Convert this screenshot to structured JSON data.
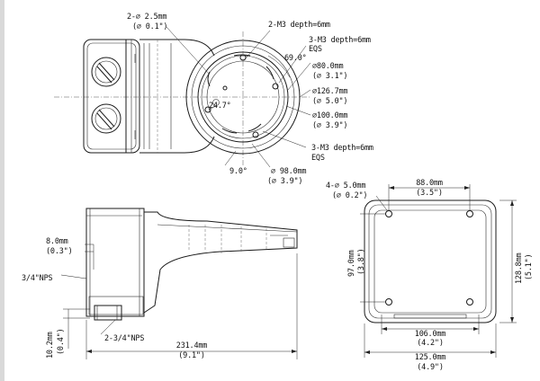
{
  "top_view": {
    "hole_dia": "2-∅ 2.5mm",
    "hole_dia_in": "(∅ 0.1\")",
    "m3_top": "2-M3 depth=6mm",
    "m3_eqs_top": "3-M3 depth=6mm",
    "eqs_1": "EQS",
    "angle_69": "69.0°",
    "d80": "∅80.0mm",
    "d80_in": "(∅ 3.1\")",
    "d126": "∅126.7mm",
    "d126_in": "(∅ 5.0\")",
    "d100": "∅100.0mm",
    "d100_in": "(∅ 3.9\")",
    "angle_24": "24.7°",
    "m3_eqs_bottom": "3-M3 depth=6mm",
    "eqs_2": "EQS",
    "angle_9": "9.0°",
    "d98": "∅ 98.0mm",
    "d98_in": "(∅ 3.9\")"
  },
  "side_view": {
    "dim_8": "8.0mm",
    "dim_8_in": "(0.3\")",
    "nps_left": "3/4\"NPS",
    "dim_10": "10.2mm",
    "dim_10_in": "(0.4\")",
    "nps_bottom": "2-3/4\"NPS",
    "dim_231": "231.4mm",
    "dim_231_in": "(9.1\")"
  },
  "back_view": {
    "holes": "4-∅ 5.0mm",
    "holes_in": "(∅ 0.2\")",
    "dim_88": "88.0mm",
    "dim_88_in": "(3.5\")",
    "dim_97": "97.0mm",
    "dim_97_in": "(3.8\")",
    "dim_128": "128.8mm",
    "dim_128_in": "(5.1\")",
    "dim_106": "106.0mm",
    "dim_106_in": "(4.2\")",
    "dim_125": "125.0mm",
    "dim_125_in": "(4.9\")"
  }
}
